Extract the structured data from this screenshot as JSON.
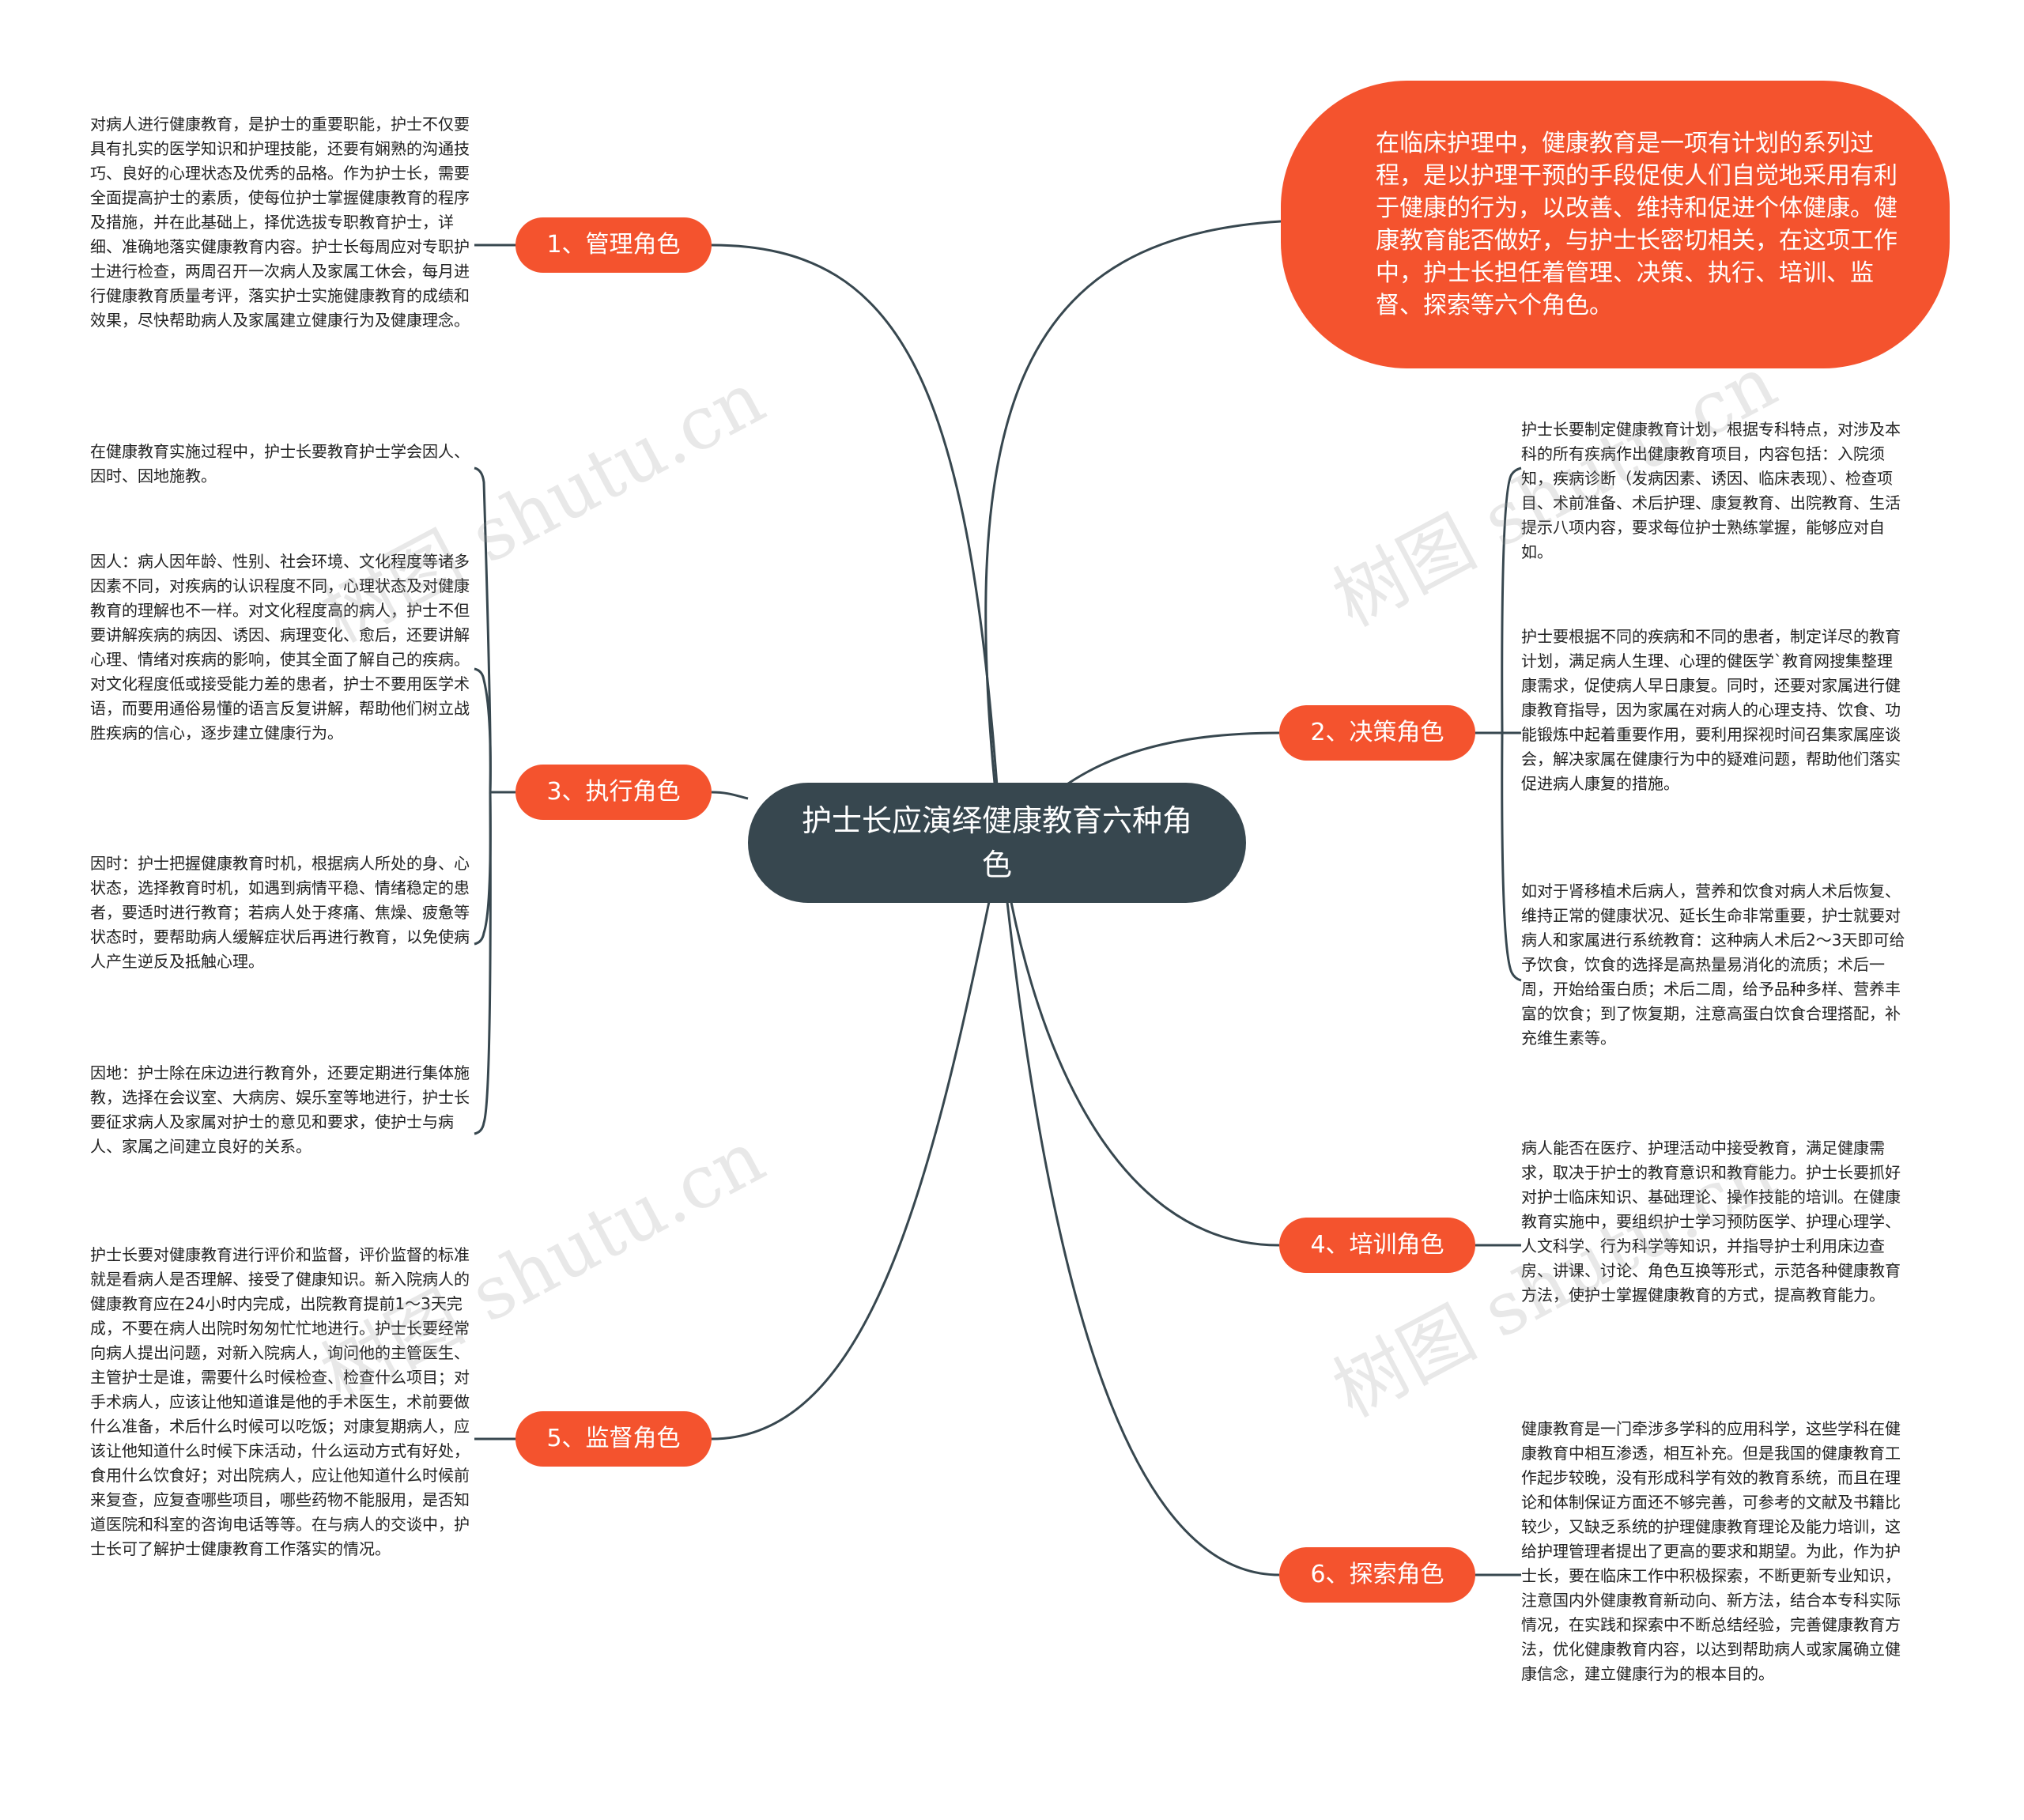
{
  "title": "护士长应演绎健康教育六种角色",
  "intro": "在临床护理中，健康教育是一项有计划的系列过程，是以护理干预的手段促使人们自觉地采用有利于健康的行为，以改善、维持和促进个体健康。健康教育能否做好，与护士长密切相关，在这项工作中，护士长担任着管理、决策、执行、培训、监督、探索等六个角色。",
  "branches": [
    {
      "label": "1、管理角色",
      "items": [
        "对病人进行健康教育，是护士的重要职能，护士不仅要具有扎实的医学知识和护理技能，还要有娴熟的沟通技巧、良好的心理状态及优秀的品格。作为护士长，需要全面提高护士的素质，使每位护士掌握健康教育的程序及措施，并在此基础上，择优选拔专职教育护士，详细、准确地落实健康教育内容。护士长每周应对专职护士进行检查，两周召开一次病人及家属工休会，每月进行健康教育质量考评，落实护士实施健康教育的成绩和效果，尽快帮助病人及家属建立健康行为及健康理念。"
      ]
    },
    {
      "label": "2、决策角色",
      "items": [
        "护士长要制定健康教育计划，根据专科特点，对涉及本科的所有疾病作出健康教育项目，内容包括：入院须知，疾病诊断（发病因素、诱因、临床表现）、检查项目、术前准备、术后护理、康复教育、出院教育、生活提示八项内容，要求每位护士熟练掌握，能够应对自如。",
        "护士要根据不同的疾病和不同的患者，制定详尽的教育计划，满足病人生理、心理的健医学`教育网搜集整理康需求，促使病人早日康复。同时，还要对家属进行健康教育指导，因为家属在对病人的心理支持、饮食、功能锻炼中起着重要作用，要利用探视时间召集家属座谈会，解决家属在健康行为中的疑难问题，帮助他们落实促进病人康复的措施。",
        "如对于肾移植术后病人，营养和饮食对病人术后恢复、维持正常的健康状况、延长生命非常重要，护士就要对病人和家属进行系统教育：这种病人术后2～3天即可给予饮食，饮食的选择是高热量易消化的流质；术后一周，开始给蛋白质；术后二周，给予品种多样、营养丰富的饮食；到了恢复期，注意高蛋白饮食合理搭配，补充维生素等。"
      ]
    },
    {
      "label": "3、执行角色",
      "items": [
        "在健康教育实施过程中，护士长要教育护士学会因人、因时、因地施教。",
        "因人：病人因年龄、性别、社会环境、文化程度等诸多因素不同，对疾病的认识程度不同，心理状态及对健康教育的理解也不一样。对文化程度高的病人，护士不但要讲解疾病的病因、诱因、病理变化、愈后，还要讲解心理、情绪对疾病的影响，使其全面了解自己的疾病。对文化程度低或接受能力差的患者，护士不要用医学术语，而要用通俗易懂的语言反复讲解，帮助他们树立战胜疾病的信心，逐步建立健康行为。",
        "因时：护士把握健康教育时机，根据病人所处的身、心状态，选择教育时机，如遇到病情平稳、情绪稳定的患者，要适时进行教育；若病人处于疼痛、焦燥、疲惫等状态时，要帮助病人缓解症状后再进行教育，以免使病人产生逆反及抵触心理。",
        "因地：护士除在床边进行教育外，还要定期进行集体施教，选择在会议室、大病房、娱乐室等地进行，护士长要征求病人及家属对护士的意见和要求，使护士与病人、家属之间建立良好的关系。"
      ]
    },
    {
      "label": "4、培训角色",
      "items": [
        "病人能否在医疗、护理活动中接受教育，满足健康需求，取决于护士的教育意识和教育能力。护士长要抓好对护士临床知识、基础理论、操作技能的培训。在健康教育实施中，要组织护士学习预防医学、护理心理学、人文科学、行为科学等知识，并指导护士利用床边查房、讲课、讨论、角色互换等形式，示范各种健康教育方法，使护士掌握健康教育的方式，提高教育能力。"
      ]
    },
    {
      "label": "5、监督角色",
      "items": [
        "护士长要对健康教育进行评价和监督，评价监督的标准就是看病人是否理解、接受了健康知识。新入院病人的健康教育应在24小时内完成，出院教育提前1～3天完成，不要在病人出院时匆匆忙忙地进行。护士长要经常向病人提出问题，对新入院病人，询问他的主管医生、主管护士是谁，需要什么时候检查、检查什么项目；对手术病人，应该让他知道谁是他的手术医生，术前要做什么准备，术后什么时候可以吃饭；对康复期病人，应该让他知道什么时候下床活动，什么运动方式有好处，食用什么饮食好；对出院病人，应让他知道什么时候前来复查，应复查哪些项目，哪些药物不能服用，是否知道医院和科室的咨询电话等等。在与病人的交谈中，护士长可了解护士健康教育工作落实的情况。"
      ]
    },
    {
      "label": "6、探索角色",
      "items": [
        "健康教育是一门牵涉多学科的应用科学，这些学科在健康教育中相互渗透，相互补充。但是我国的健康教育工作起步较晚，没有形成科学有效的教育系统，而且在理论和体制保证方面还不够完善，可参考的文献及书籍比较少，又缺乏系统的护理健康教育理论及能力培训，这给护理管理者提出了更高的要求和期望。为此，作为护士长，要在临床工作中积极探索，不断更新专业知识，注意国内外健康教育新动向、新方法，结合本专科实际情况，在实践和探索中不断总结经验，完善健康教育方法，优化健康教育内容，以达到帮助病人或家属确立健康信念，建立健康行为的根本目的。"
      ]
    }
  ],
  "watermark": "树图 shutu.cn",
  "colors": {
    "center": "#37474f",
    "branch": "#f4532e",
    "line": "#37474f",
    "text": "#222222",
    "background": "#ffffff"
  }
}
